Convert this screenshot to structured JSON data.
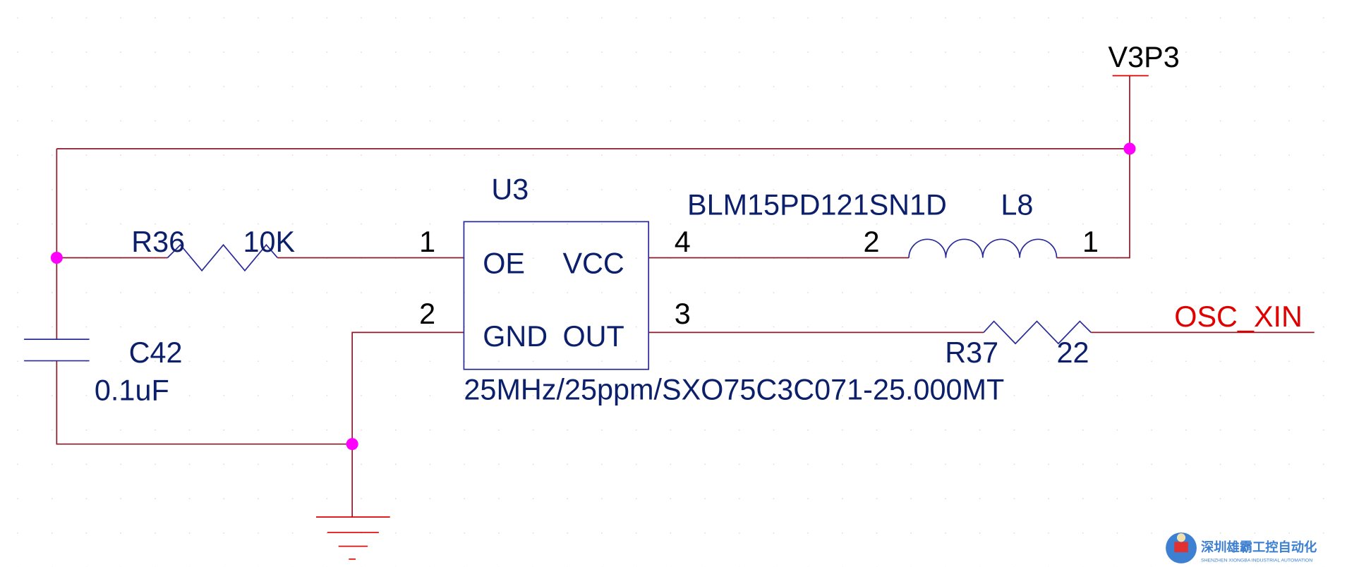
{
  "power": {
    "net": "V3P3"
  },
  "output_net": "OSC_XIN",
  "u3": {
    "ref": "U3",
    "part": "25MHz/25ppm/SXO75C3C071-25.000MT",
    "pins": {
      "oe_name": "OE",
      "vcc_name": "VCC",
      "gnd_name": "GND",
      "out_name": "OUT",
      "oe_num": "1",
      "gnd_num": "2",
      "out_num": "3",
      "vcc_num": "4"
    }
  },
  "r36": {
    "ref": "R36",
    "value": "10K"
  },
  "r37": {
    "ref": "R37",
    "value": "22"
  },
  "c42": {
    "ref": "C42",
    "value": "0.1uF"
  },
  "l8": {
    "ref": "L8",
    "part": "BLM15PD121SN1D",
    "pin_a": "2",
    "pin_b": "1"
  },
  "watermark": {
    "cn": "深圳雄霸工控自动化",
    "en": "SHENZHEN XIONGBA INDUSTRIAL AUTOMATION"
  },
  "colors": {
    "wire": "#8b1a2a",
    "label": "#0b1f6b",
    "junction": "#ff00ff",
    "net_label": "#e00000"
  }
}
